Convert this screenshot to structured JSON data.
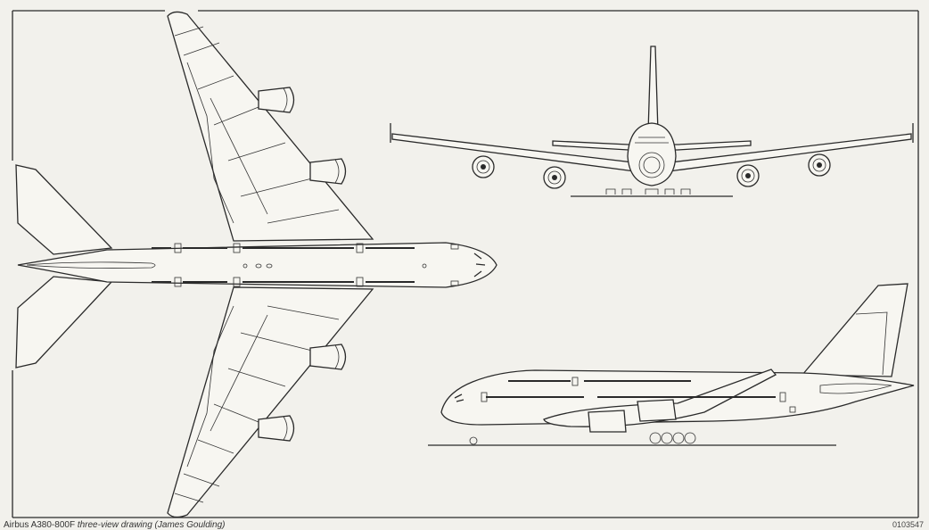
{
  "caption": {
    "prefix": "Airbus A380-800F ",
    "text": "three-view drawing",
    "credit": "(James Goulding)"
  },
  "reference_number": "0103547",
  "views": {
    "plan": "plan-view",
    "front": "front-view",
    "side": "side-view"
  },
  "colors": {
    "background": "#f2f1ec",
    "line": "#2a2a2a"
  }
}
